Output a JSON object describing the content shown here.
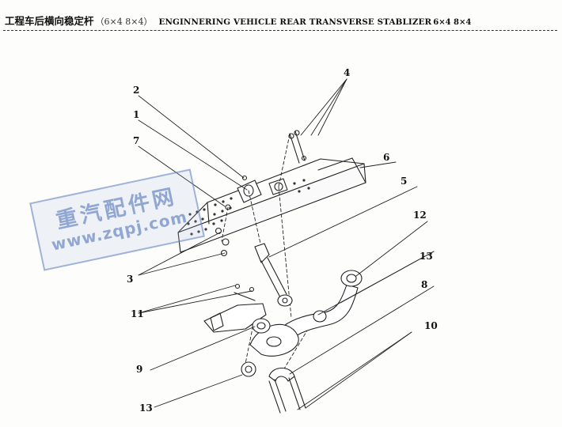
{
  "header": {
    "title_cn": "工程车后横向稳定杆",
    "title_cn_code": "（6×4 8×4）",
    "title_en": "ENGINNERING VEHICLE REAR TRANSVERSE STABLIZER",
    "title_en_code": "6×4 8×4"
  },
  "watermark": {
    "text_cn": "重汽配件网",
    "text_url": "www.zqpj.com"
  },
  "callouts": [
    {
      "label": "4"
    },
    {
      "label": "2"
    },
    {
      "label": "1"
    },
    {
      "label": "7"
    },
    {
      "label": "6"
    },
    {
      "label": "5"
    },
    {
      "label": "12"
    },
    {
      "label": "3"
    },
    {
      "label": "13"
    },
    {
      "label": "11"
    },
    {
      "label": "8"
    },
    {
      "label": "10"
    },
    {
      "label": "9"
    },
    {
      "label": "13"
    }
  ],
  "colors": {
    "ink": "#111111",
    "watermark": "#4669b4"
  }
}
